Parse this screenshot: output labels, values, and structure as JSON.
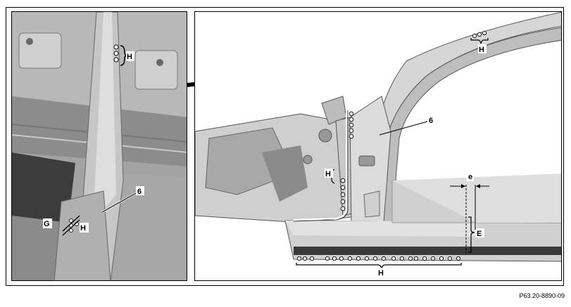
{
  "labels": {
    "left_H": "H",
    "left_6": "6",
    "left_G": "G",
    "left_H2": "H",
    "right_H_top": "H",
    "right_6": "6",
    "right_H_pillar": "H",
    "right_e": "e",
    "right_E": "E",
    "right_H_bottom": "H"
  },
  "doc_ref": "P63.20-8890-09",
  "colors": {
    "body_light": "#d9d9d9",
    "body_mid": "#b5b5b5",
    "body_dark": "#6e6e6e",
    "marker": "#222222"
  }
}
